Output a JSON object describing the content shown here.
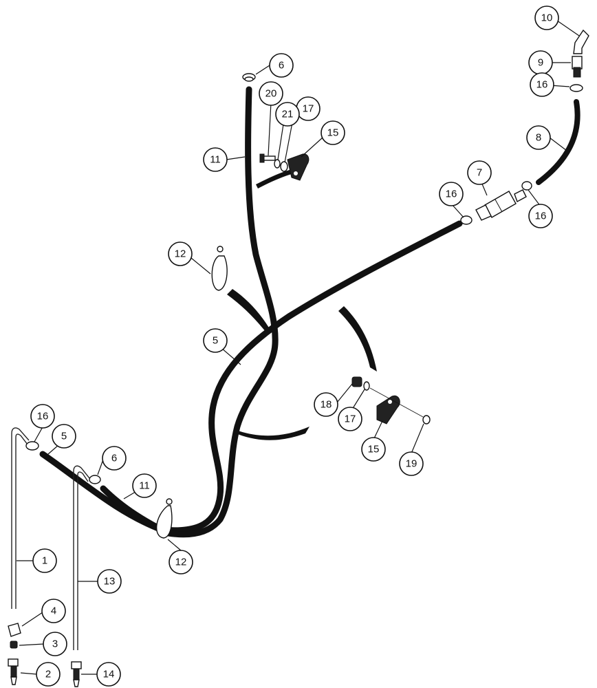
{
  "colors": {
    "ink": "#111111",
    "paper": "#ffffff"
  },
  "callouts": [
    {
      "id": "c1",
      "label": "1"
    },
    {
      "id": "c2",
      "label": "2"
    },
    {
      "id": "c3",
      "label": "3"
    },
    {
      "id": "c4",
      "label": "4"
    },
    {
      "id": "c5a",
      "label": "5"
    },
    {
      "id": "c5b",
      "label": "5"
    },
    {
      "id": "c6a",
      "label": "6"
    },
    {
      "id": "c6b",
      "label": "6"
    },
    {
      "id": "c7",
      "label": "7"
    },
    {
      "id": "c8",
      "label": "8"
    },
    {
      "id": "c9",
      "label": "9"
    },
    {
      "id": "c10",
      "label": "10"
    },
    {
      "id": "c11a",
      "label": "11"
    },
    {
      "id": "c11b",
      "label": "11"
    },
    {
      "id": "c12a",
      "label": "12"
    },
    {
      "id": "c12b",
      "label": "12"
    },
    {
      "id": "c13",
      "label": "13"
    },
    {
      "id": "c14",
      "label": "14"
    },
    {
      "id": "c15a",
      "label": "15"
    },
    {
      "id": "c15b",
      "label": "15"
    },
    {
      "id": "c16a",
      "label": "16"
    },
    {
      "id": "c16b",
      "label": "16"
    },
    {
      "id": "c16c",
      "label": "16"
    },
    {
      "id": "c16d",
      "label": "16"
    },
    {
      "id": "c17a",
      "label": "17"
    },
    {
      "id": "c17b",
      "label": "17"
    },
    {
      "id": "c18",
      "label": "18"
    },
    {
      "id": "c19",
      "label": "19"
    },
    {
      "id": "c20",
      "label": "20"
    },
    {
      "id": "c21",
      "label": "21"
    }
  ]
}
